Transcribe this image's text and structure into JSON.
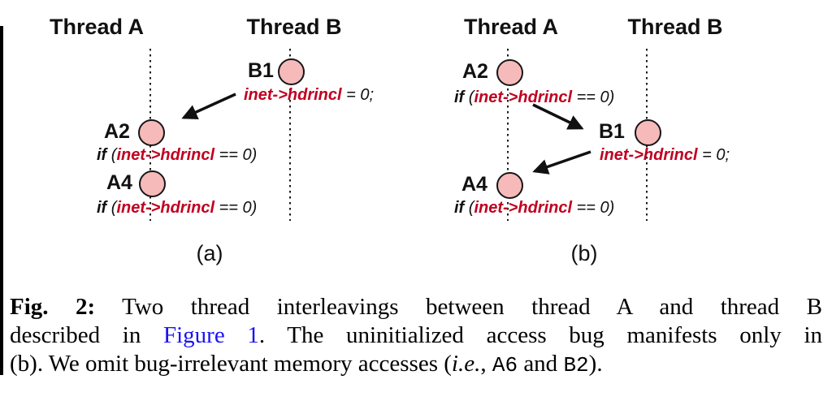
{
  "figure": {
    "panels": [
      {
        "label": "(a)",
        "header_left": "Thread A",
        "header_right": "Thread B",
        "nodes": [
          {
            "id": "B1",
            "kw": "",
            "pre": "",
            "var": "inet->hdrincl",
            "post": " = 0;"
          },
          {
            "id": "A2",
            "kw": "if ",
            "pre": "(",
            "var": "inet->hdrincl",
            "post": " == 0)"
          },
          {
            "id": "A4",
            "kw": "if ",
            "pre": "(",
            "var": "inet->hdrincl",
            "post": " == 0)"
          }
        ],
        "arrows": [
          {
            "from": "B1",
            "to": "A2"
          }
        ]
      },
      {
        "label": "(b)",
        "header_left": "Thread A",
        "header_right": "Thread B",
        "nodes": [
          {
            "id": "A2",
            "kw": "if ",
            "pre": "(",
            "var": "inet->hdrincl",
            "post": " == 0)"
          },
          {
            "id": "B1",
            "kw": "",
            "pre": "",
            "var": "inet->hdrincl",
            "post": " = 0;"
          },
          {
            "id": "A4",
            "kw": "if ",
            "pre": "(",
            "var": "inet->hdrincl",
            "post": " == 0)"
          }
        ],
        "arrows": [
          {
            "from": "A2",
            "to": "B1"
          },
          {
            "from": "B1",
            "to": "A4"
          }
        ]
      }
    ]
  },
  "caption": {
    "lines": [
      {
        "segments": [
          {
            "t": "Fig. 2:",
            "s": "bold"
          },
          {
            "t": " Two thread interleavings between thread A and thread B",
            "s": "plain"
          }
        ]
      },
      {
        "segments": [
          {
            "t": "described in ",
            "s": "plain"
          },
          {
            "t": "Figure 1",
            "s": "link"
          },
          {
            "t": ". The uninitialized access bug manifests only in",
            "s": "plain"
          }
        ]
      },
      {
        "segments": [
          {
            "t": "(b). We omit bug-irrelevant memory accesses (",
            "s": "plain"
          },
          {
            "t": "i.e.",
            "s": "italic"
          },
          {
            "t": ", ",
            "s": "plain"
          },
          {
            "t": "A6",
            "s": "mono"
          },
          {
            "t": " and ",
            "s": "plain"
          },
          {
            "t": "B2",
            "s": "mono"
          },
          {
            "t": ").",
            "s": "plain"
          }
        ]
      }
    ]
  },
  "colors": {
    "node-fill": "#f7baba",
    "node-stroke": "#161616",
    "code-red": "#c00020",
    "link-blue": "#1a13f5",
    "ink": "#111111"
  }
}
